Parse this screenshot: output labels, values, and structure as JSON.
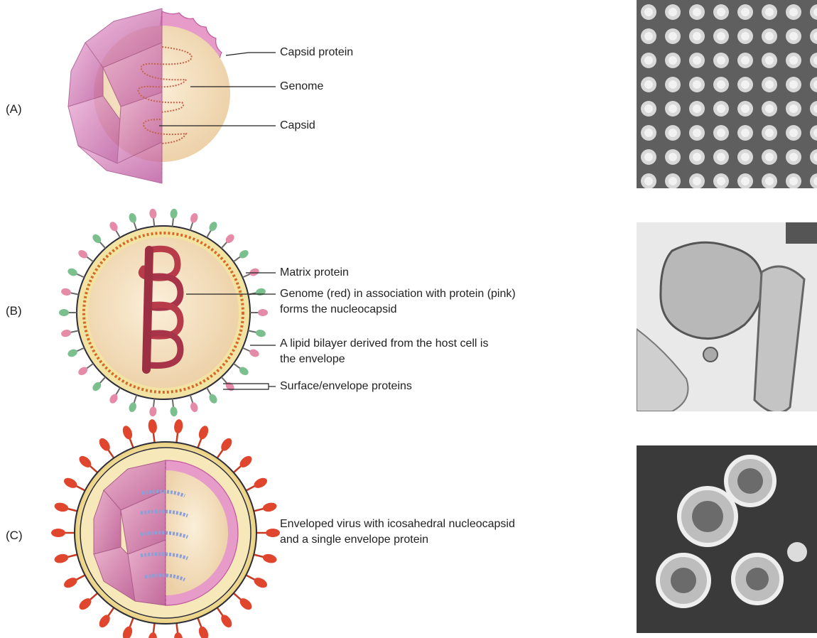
{
  "panels": [
    {
      "label": "(A)",
      "callouts": [
        "Capsid protein",
        "Genome",
        "Capsid"
      ]
    },
    {
      "label": "(B)",
      "callouts": [
        "Matrix protein",
        "Genome (red) in association with protein (pink)",
        "forms the nucleocapsid",
        "A lipid bilayer derived from the host cell is",
        "the envelope",
        "Surface/envelope proteins"
      ]
    },
    {
      "label": "(C)",
      "callouts": [
        "Enveloped virus with icosahedral nucleocapsid",
        "and a single envelope protein"
      ]
    }
  ],
  "colors": {
    "capsid_pink": "#d98ac0",
    "capsid_shell": "#c2569e",
    "core_cream": "#f5dfc0",
    "genome_red": "#c8403c",
    "envelope_yellow": "#f3e6a0",
    "spike_red": "#e0452e",
    "spike_green": "#7bbf8f",
    "genome_blue": "#8a9fd6"
  }
}
